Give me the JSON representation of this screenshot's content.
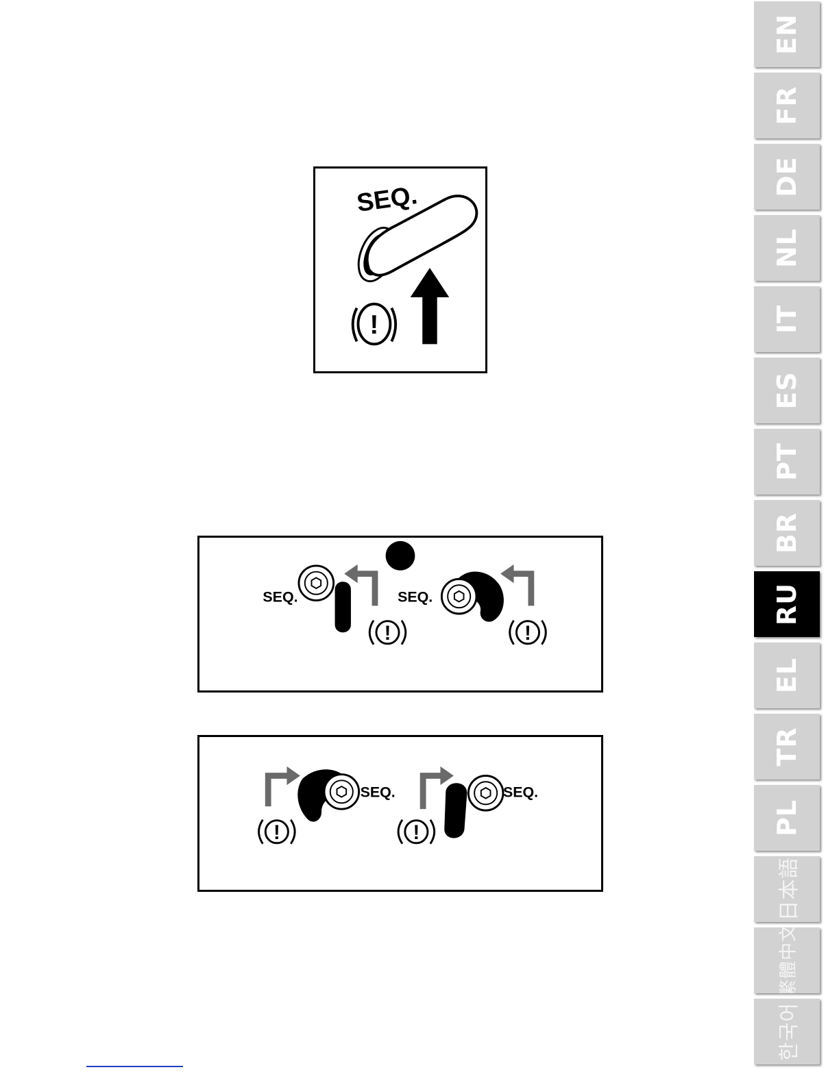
{
  "colors": {
    "tab_inactive": "#d2d2d2",
    "tab_active": "#000000",
    "footer_rule": "#1f3fbf"
  },
  "figures": {
    "top": {
      "seq_label": "SEQ.",
      "warning_symbol": "(!)"
    },
    "middle": {
      "left": {
        "seq_label": "SEQ.",
        "warning_symbol": "(!)"
      },
      "right": {
        "seq_label": "SEQ.",
        "warning_symbol": "(!)"
      }
    },
    "bottom": {
      "left": {
        "seq_label": "SEQ.",
        "warning_symbol": "(!)"
      },
      "right": {
        "seq_label": "SEQ.",
        "warning_symbol": "(!)"
      }
    }
  },
  "language_tabs": [
    {
      "code": "EN",
      "active": false
    },
    {
      "code": "FR",
      "active": false
    },
    {
      "code": "DE",
      "active": false
    },
    {
      "code": "NL",
      "active": false
    },
    {
      "code": "IT",
      "active": false
    },
    {
      "code": "ES",
      "active": false
    },
    {
      "code": "PT",
      "active": false
    },
    {
      "code": "BR",
      "active": false
    },
    {
      "code": "RU",
      "active": true
    },
    {
      "code": "EL",
      "active": false
    },
    {
      "code": "TR",
      "active": false
    },
    {
      "code": "PL",
      "active": false
    },
    {
      "code": "日本語",
      "active": false
    },
    {
      "code": "繁體中文",
      "active": false
    },
    {
      "code": "한국어",
      "active": false
    }
  ]
}
